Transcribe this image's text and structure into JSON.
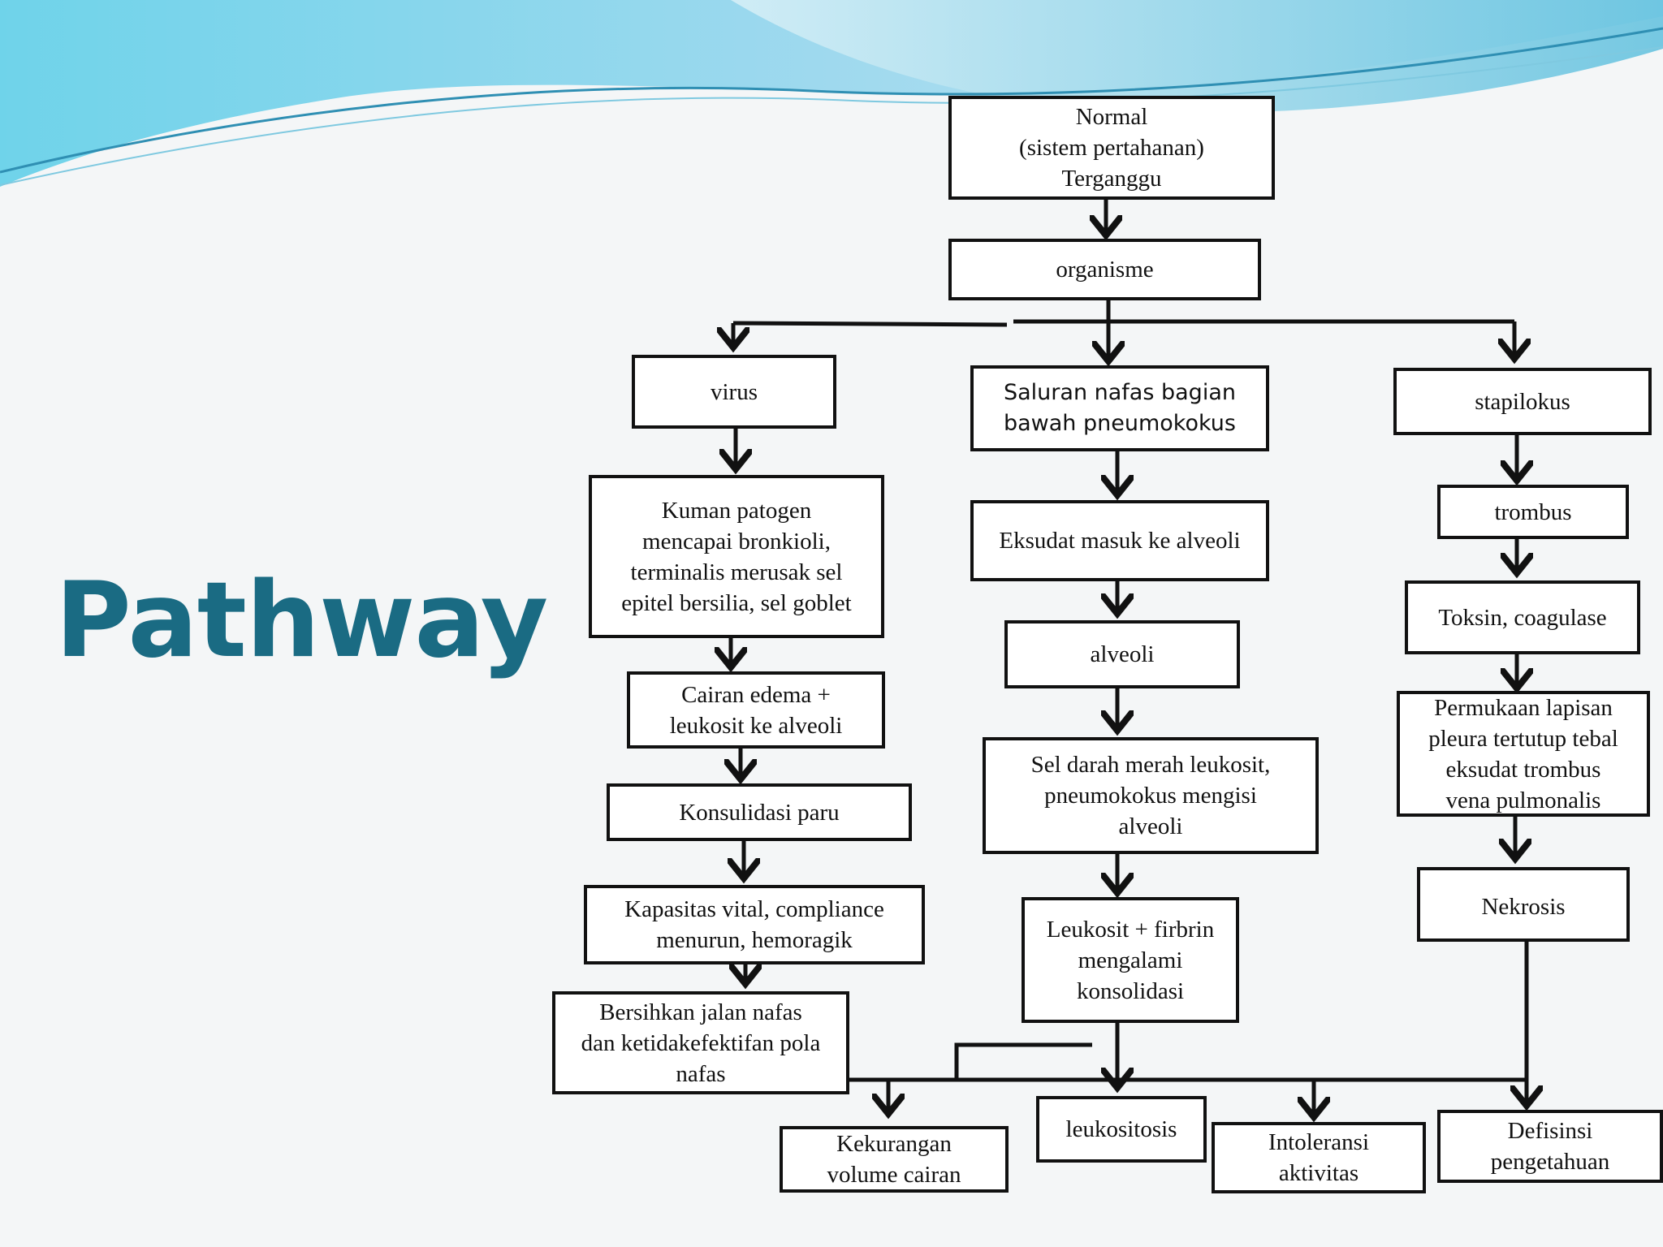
{
  "slide": {
    "title": "Pathway",
    "theme_colors": {
      "title": "#1a6b83",
      "wave_light": "#bfe9f3",
      "wave_mid": "#7fd0e6",
      "wave_dark": "#4aa9c8"
    }
  },
  "nodes": {
    "normal": "Normal\n(sistem pertahanan)\nTerganggu",
    "organisme": "organisme",
    "virus": "virus",
    "saluran": "Saluran nafas bagian\nbawah pneumokokus",
    "stapilokus": "stapilokus",
    "kuman": "Kuman patogen\nmencapai bronkioli,\nterminalis merusak sel\nepitel bersilia, sel goblet",
    "cairan": "Cairan edema +\nleukosit ke alveoli",
    "konsulidasi": "Konsulidasi paru",
    "kapasitas": "Kapasitas vital, compliance\nmenurun, hemoragik",
    "bersihkan": "Bersihkan jalan nafas\ndan ketidakefektifan pola\nnafas",
    "eksudat": "Eksudat masuk ke alveoli",
    "alveoli": "alveoli",
    "seldarah": "Sel darah merah leukosit,\npneumokokus mengisi\nalveoli",
    "leukosit_fibrin": "Leukosit + firbrin\nmengalami\nkonsolidasi",
    "trombus": "trombus",
    "toksin": "Toksin, coagulase",
    "permukaan": "Permukaan lapisan\npleura tertutup tebal\neksudat trombus\nvena pulmonalis",
    "nekrosis": "Nekrosis",
    "kekurangan": "Kekurangan\nvolume cairan",
    "leukositosis": "leukositosis",
    "intoleransi": "Intoleransi\naktivitas",
    "defisinsi": "Defisinsi\npengetahuan"
  }
}
